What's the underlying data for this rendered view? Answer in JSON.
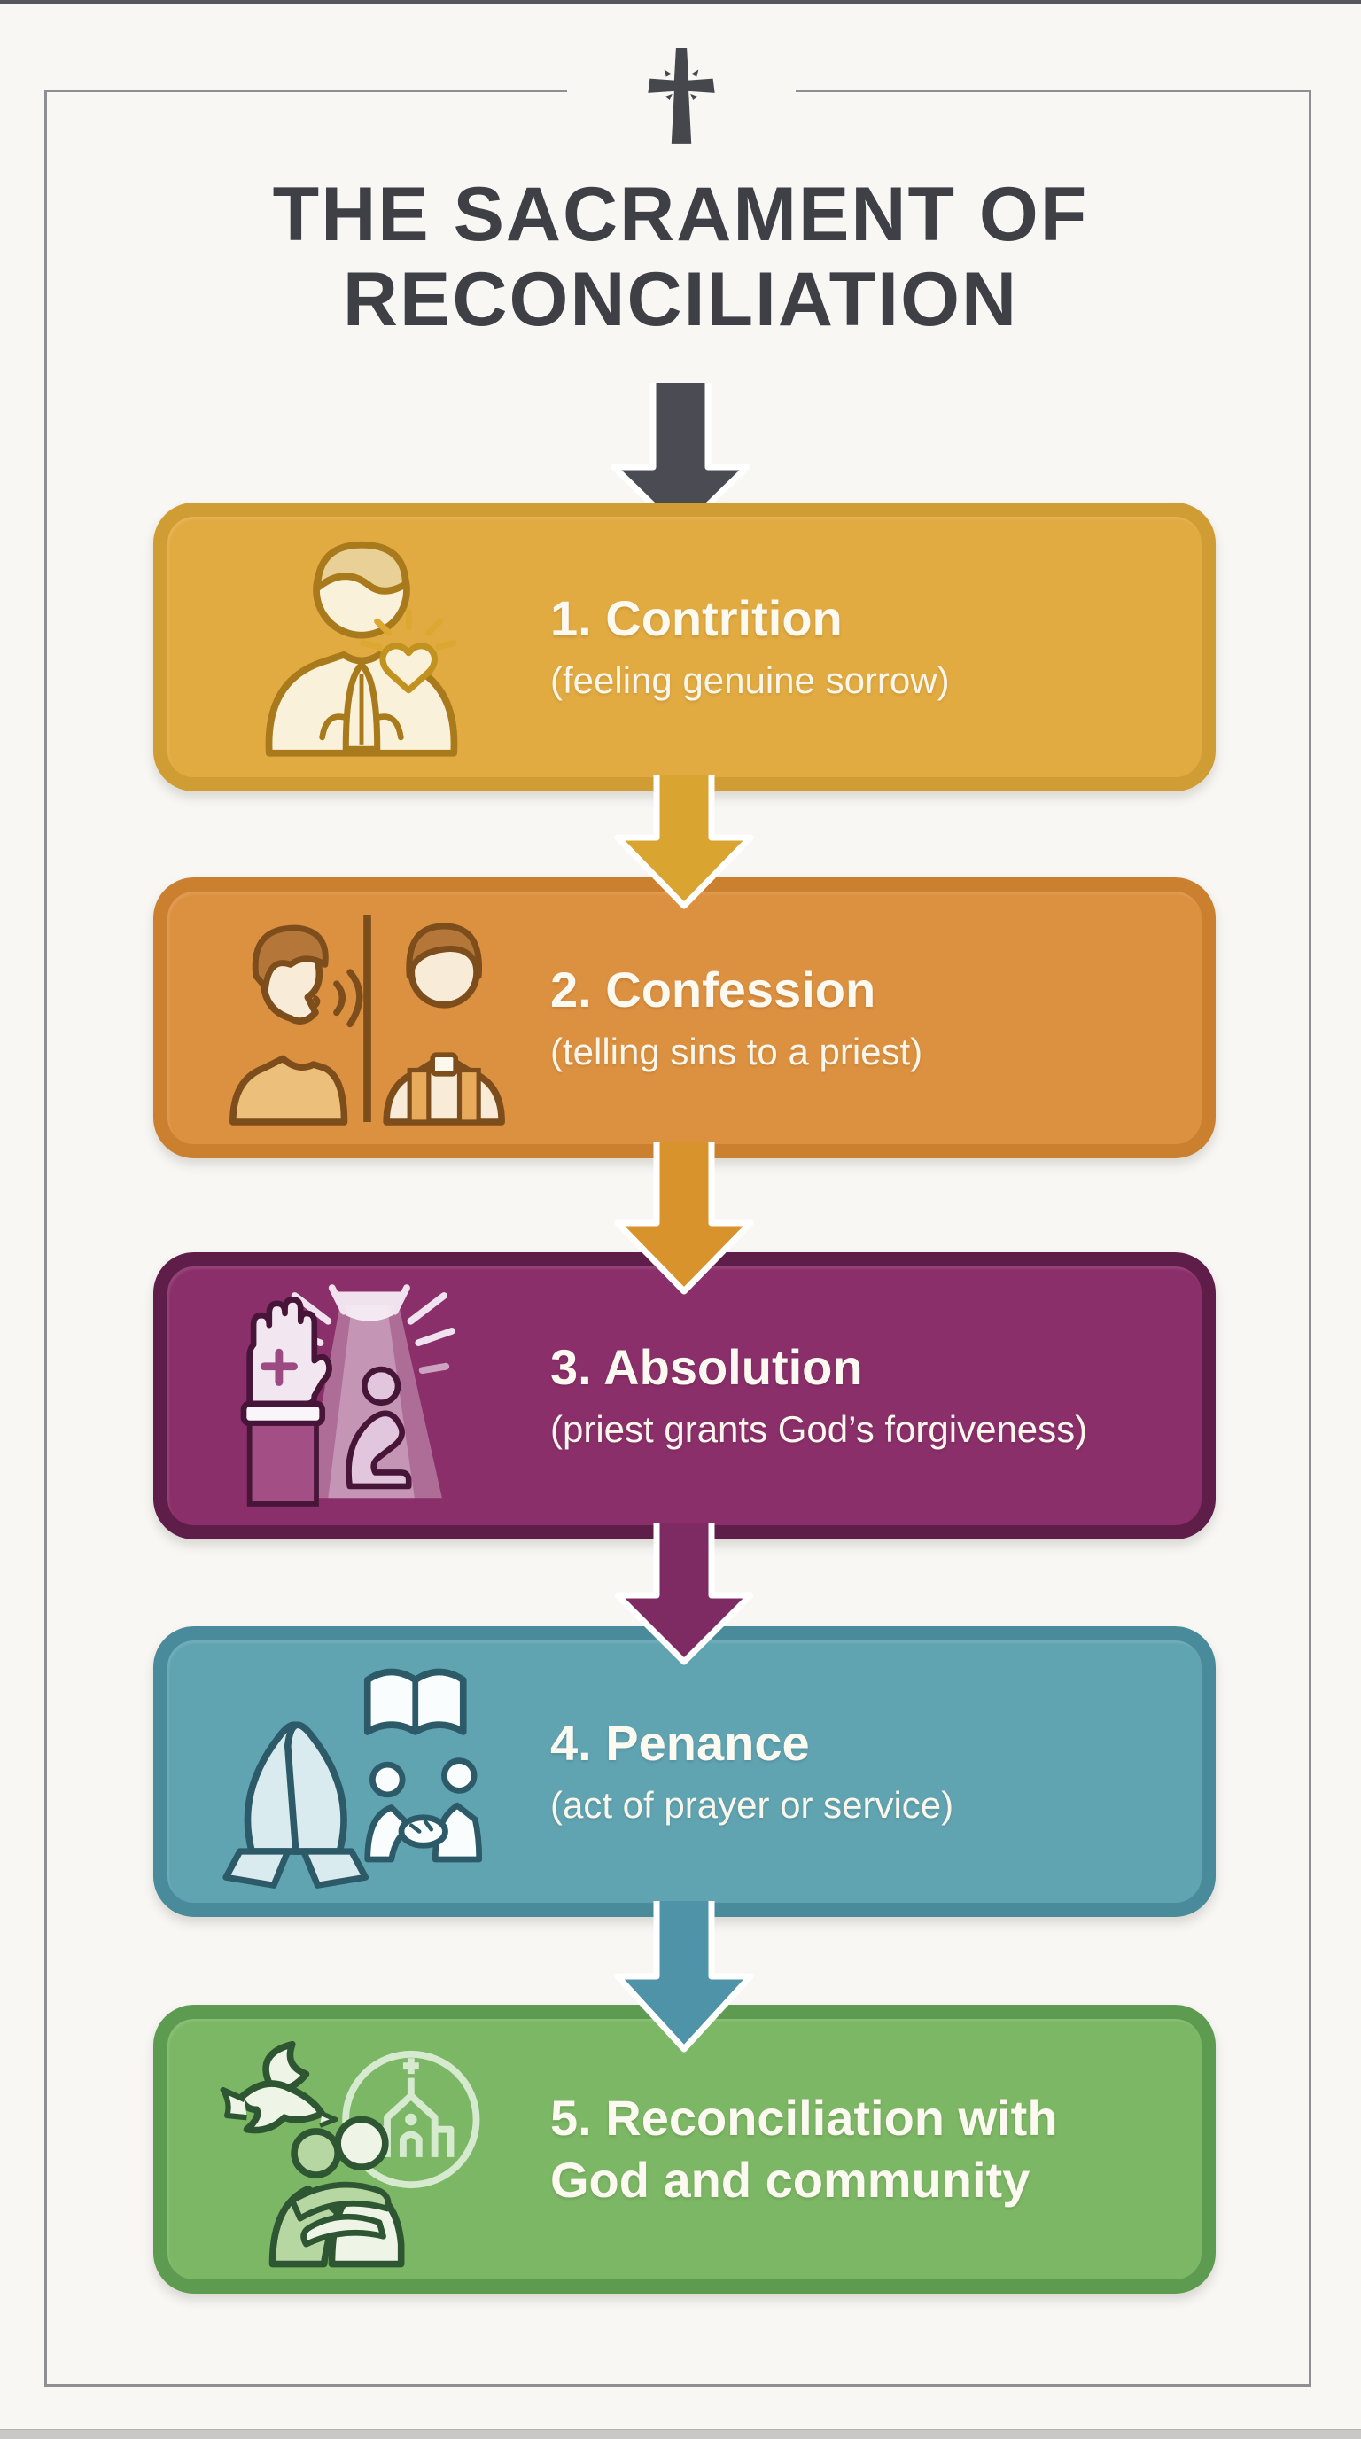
{
  "canvas": {
    "background": "#f8f7f4",
    "frame_border_color": "#8f8f93",
    "top_edge_color": "#56575c",
    "bottom_strip_color": "#c9c8c6"
  },
  "header": {
    "cross_icon": "latin-cross",
    "cross_color": "#46474c",
    "title_line1": "THE SACRAMENT OF",
    "title_line2": "RECONCILIATION",
    "title_color": "#3e4046",
    "intro_arrow_color": "#4b4c53"
  },
  "steps": [
    {
      "heading": "1. Contrition",
      "subtitle": "(feeling genuine sorrow)",
      "icon": "praying-person-with-heart-icon",
      "colors": {
        "fill": "#e2ab41",
        "border": "#cf9d33"
      },
      "connector_to_next": "#d9a430"
    },
    {
      "heading": "2. Confession",
      "subtitle": "(telling sins to a priest)",
      "icon": "penitent-speaking-to-priest-icon",
      "colors": {
        "fill": "#dc9140",
        "border": "#cb8030"
      },
      "connector_to_next": "#d8932d"
    },
    {
      "heading": "3. Absolution",
      "subtitle": "(priest grants God’s forgiveness)",
      "icon": "blessing-hand-light-beam-icon",
      "colors": {
        "fill": "#8b2f6a",
        "border": "#5f1d49"
      },
      "connector_to_next": "#7e2a63"
    },
    {
      "heading": "4. Penance",
      "subtitle": "(act of prayer or service)",
      "icon": "praying-hands-book-service-icon",
      "colors": {
        "fill": "#60a4b2",
        "border": "#4a8b9b"
      },
      "connector_to_next": "#4f93a8"
    },
    {
      "heading": "5. Reconciliation with",
      "heading_line2": "God and community",
      "subtitle": "",
      "icon": "dove-embrace-church-icon",
      "colors": {
        "fill": "#7cb765",
        "border": "#5d9b50"
      },
      "connector_to_next": null
    }
  ]
}
